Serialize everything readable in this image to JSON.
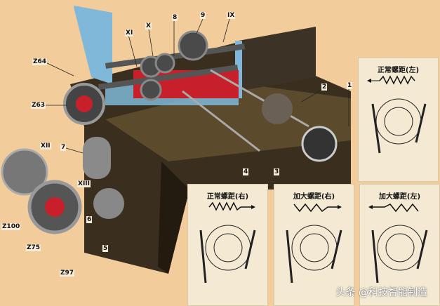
{
  "labels": {
    "z64": "Z64",
    "z63": "Z63",
    "xi": "XI",
    "x": "X",
    "n8": "8",
    "n9": "9",
    "ix": "IX",
    "n2": "2",
    "n1": "1",
    "n7": "7",
    "xii": "XII",
    "xiii": "XIII",
    "n6": "6",
    "n5": "5",
    "z100": "Z100",
    "z75": "Z75",
    "z97": "Z97",
    "n4": "4",
    "n3": "3"
  },
  "panels": [
    {
      "title": "正常螺距(左)",
      "direction": "left"
    },
    {
      "title": "正常螺距(右)",
      "direction": "right"
    },
    {
      "title": "加大螺距(右)",
      "direction": "right"
    },
    {
      "title": "加大螺距(左)",
      "direction": "left"
    }
  ],
  "watermark": "头条 @科技智能制造",
  "colors": {
    "background": "#f3cc9c",
    "housing": "#3a2e1e",
    "section": "#7fb8d8",
    "red": "#c8202a",
    "panel": "#f4ead3"
  }
}
